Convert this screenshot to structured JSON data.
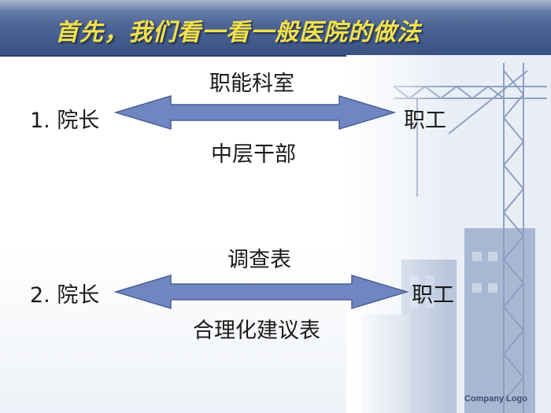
{
  "title": "首先，我们看一看一般医院的做法",
  "row1": {
    "number": "1.",
    "left": "院长",
    "right": "职工",
    "top_label": "职能科室",
    "bottom_label": "中层干部"
  },
  "row2": {
    "number": "2.",
    "left": "院长",
    "right": "职工",
    "top_label": "调查表",
    "bottom_label": "合理化建议表"
  },
  "logo": "Company Logo",
  "colors": {
    "title_bar": "#4d6596",
    "title_text": "#f2e14a",
    "arrow_fill": "#6f86c0",
    "arrow_stroke": "#4a5f96"
  }
}
